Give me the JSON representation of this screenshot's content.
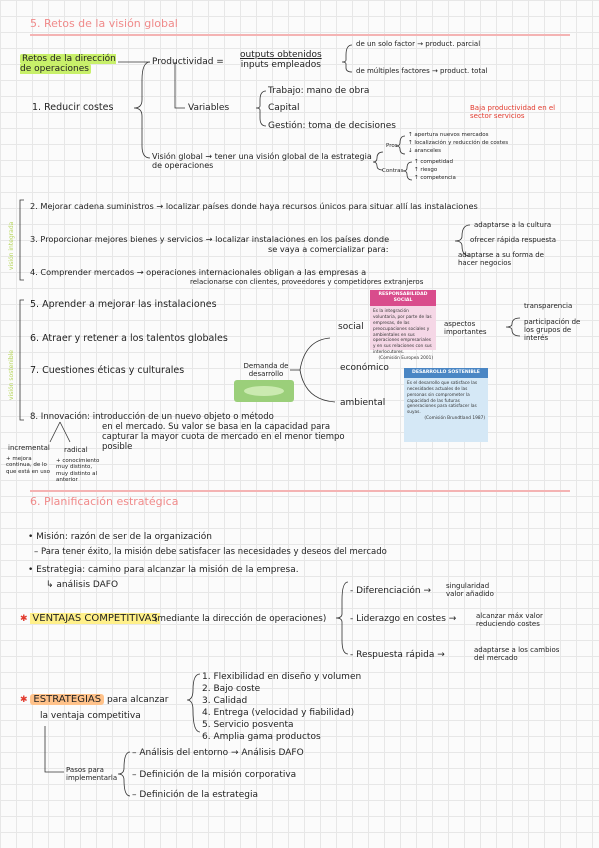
{
  "s5": {
    "title": "5. Retos de la visión global",
    "retos": "Retos de la dirección de operaciones",
    "item1": "1. Reducir costes",
    "productividad": "Productividad =",
    "frac_num": "outputs obtenidos",
    "frac_den": "inputs empleados",
    "un_solo": "de un solo factor → product. parcial",
    "multiples": "de múltiples factores → product. total",
    "variables": "Variables",
    "trabajo": "Trabajo: mano de obra",
    "capital": "Capital",
    "gestion": "Gestión: toma de decisiones",
    "baja": "Baja productividad en el sector servicios",
    "vision": "Visión global → tener una visión global de la estrategia de operaciones",
    "pros": "Pros",
    "pros_items": [
      "↑ apertura nuevos mercados",
      "↑ localización y reducción de costes",
      "↓ aranceles"
    ],
    "contras": "Contras",
    "contras_items": [
      "↑ competidad",
      "↑ riesgo",
      "↑ competencia"
    ],
    "item2": "2. Mejorar cadena suministros → localizar países donde haya recursos únicos para situar allí las instalaciones",
    "item3a": "3. Proporcionar mejores bienes y servicios → localizar instalaciones en los países donde",
    "item3b": "se vaya a comercializar para:",
    "item3_right": [
      "adaptarse a la cultura",
      "ofrecer rápida respuesta",
      "adaptarse a su forma de hacer negocios"
    ],
    "item4a": "4. Comprender mercados → operaciones internacionales obligan a las empresas a",
    "item4b": "relacionarse con clientes, proveedores y competidores extranjeros",
    "side1": "visión integrada",
    "side2": "visión sostenible",
    "item5": "5. Aprender a mejorar las instalaciones",
    "item6": "6. Atraer y retener a los talentos globales",
    "item7": "7. Cuestiones éticas y culturales",
    "demanda": "Demanda de desarrollo",
    "social": "social",
    "economico": "económico",
    "ambiental": "ambiental",
    "aspectos": "aspectos importantes",
    "transparencia": "transparencia",
    "participacion": "participación de los grupos de interés",
    "rs_title": "RESPONSABILIDAD SOCIAL",
    "rs_text": "Es la integración voluntaria, por parte de las empresas, de las preocupaciones sociales y ambientales en sus operaciones empresariales y en sus relaciones con sus interlocutores.",
    "rs_source": "(Comisión Europea 2001)",
    "ds_title": "DESARROLLO SOSTENIBLE",
    "ds_text": "Es el desarrollo que satisface las necesidades actuales de las personas sin comprometer la capacidad de las futuras generaciones para satisfacer las suyas.",
    "ds_source": "(Comisión Brundtland 1987)",
    "item8a": "8. Innovación: introducción de un nuevo objeto o método",
    "item8b": "en el mercado. Su valor se basa en la capacidad para",
    "item8c": "capturar la mayor cuota de mercado en el menor tiempo",
    "item8d": "posible",
    "incremental": "incremental",
    "incremental_desc": "+ mejora continua, de lo que está en uso",
    "radical": "radical",
    "radical_desc": "+ conocimiento muy distinto, muy distinto al anterior"
  },
  "s6": {
    "title": "6. Planificación estratégica",
    "mision": "• Misión: razón de ser de la organización",
    "mision_sub": "– Para tener éxito, la misión debe satisfacer las necesidades y deseos del mercado",
    "estrategia": "• Estrategia: camino para alcanzar la misión de la empresa.",
    "dafo": "↳ análisis DAFO",
    "ventajas": "VENTAJAS COMPETITIVAS",
    "ventajas_sub": "(mediante la dirección de operaciones)",
    "dif": "- Diferenciación →",
    "dif_r": "singularidad valor añadido",
    "lid": "- Liderazgo en costes →",
    "lid_r": "alcanzar máx valor reduciendo costes",
    "resp": "- Respuesta rápida →",
    "resp_r": "adaptarse a los cambios del mercado",
    "estrategias": "ESTRATEGIAS",
    "estrategias_sub1": "para alcanzar",
    "estrategias_sub2": "la ventaja competitiva",
    "list": [
      "1. Flexibilidad en diseño y volumen",
      "2. Bajo coste",
      "3. Calidad",
      "4. Entrega (velocidad y fiabilidad)",
      "5. Servicio posventa",
      "6. Amplia gama productos"
    ],
    "pasos": "Pasos para implementarla",
    "pasos_items": [
      "– Análisis del entorno → Análisis DAFO",
      "– Definición de la misión corporativa",
      "– Definición de la estrategia"
    ]
  },
  "colors": {
    "heading": "#f08a8a",
    "green_hl": "#c8f06a",
    "orange_hl": "#ffc28a",
    "rs_box": "#f5d7e6",
    "ds_box": "#d5e8f6"
  }
}
